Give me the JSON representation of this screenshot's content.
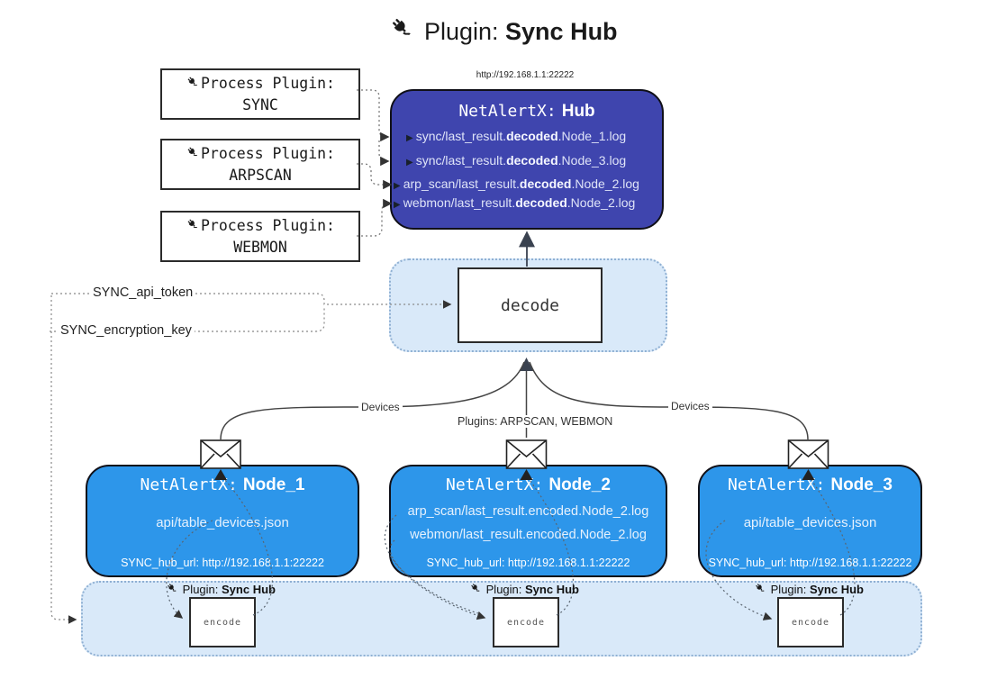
{
  "title": {
    "prefix": "Plugin:",
    "name": "Sync Hub"
  },
  "process_plugins": [
    {
      "label": "Process Plugin:",
      "name": "SYNC"
    },
    {
      "label": "Process Plugin:",
      "name": "ARPSCAN"
    },
    {
      "label": "Process Plugin:",
      "name": "WEBMON"
    }
  ],
  "hub": {
    "url": "http://192.168.1.1:22222",
    "title_prefix": "NetAlertX:",
    "title_name": "Hub",
    "logs": [
      {
        "pre": "sync/last_result.",
        "bold": "decoded",
        "post": ".Node_1.log"
      },
      {
        "pre": "sync/last_result.",
        "bold": "decoded",
        "post": ".Node_3.log"
      },
      {
        "pre": "arp_scan/last_result.",
        "bold": "decoded",
        "post": ".Node_2.log"
      },
      {
        "pre": "webmon/last_result.",
        "bold": "decoded",
        "post": ".Node_2.log"
      }
    ]
  },
  "decode": {
    "label": "decode"
  },
  "keys": {
    "api_token": "SYNC_api_token",
    "encryption_key": "SYNC_encryption_key"
  },
  "edge_labels": {
    "devices_left": "Devices",
    "devices_right": "Devices",
    "plugins_mid": "Plugins: ARPSCAN, WEBMON"
  },
  "nodes": [
    {
      "title_prefix": "NetAlertX:",
      "title_name": "Node_1",
      "files": [
        "api/table_devices.json"
      ],
      "hub_url": "SYNC_hub_url: http://192.168.1.1:22222"
    },
    {
      "title_prefix": "NetAlertX:",
      "title_name": "Node_2",
      "files": [
        "arp_scan/last_result.encoded.Node_2.log",
        "webmon/last_result.encoded.Node_2.log"
      ],
      "hub_url": "SYNC_hub_url: http://192.168.1.1:22222"
    },
    {
      "title_prefix": "NetAlertX:",
      "title_name": "Node_3",
      "files": [
        "api/table_devices.json"
      ],
      "hub_url": "SYNC_hub_url: http://192.168.1.1:22222"
    }
  ],
  "encoders": [
    {
      "plugin_prefix": "Plugin:",
      "plugin_name": "Sync Hub",
      "box_label": "encode"
    },
    {
      "plugin_prefix": "Plugin:",
      "plugin_name": "Sync Hub",
      "box_label": "encode"
    },
    {
      "plugin_prefix": "Plugin:",
      "plugin_name": "Sync Hub",
      "box_label": "encode"
    }
  ],
  "colors": {
    "hub_bg": "#3F45AE",
    "node_bg": "#2D96EA",
    "panel_bg": "#D9E9F9",
    "panel_border": "#8FB0D3"
  }
}
